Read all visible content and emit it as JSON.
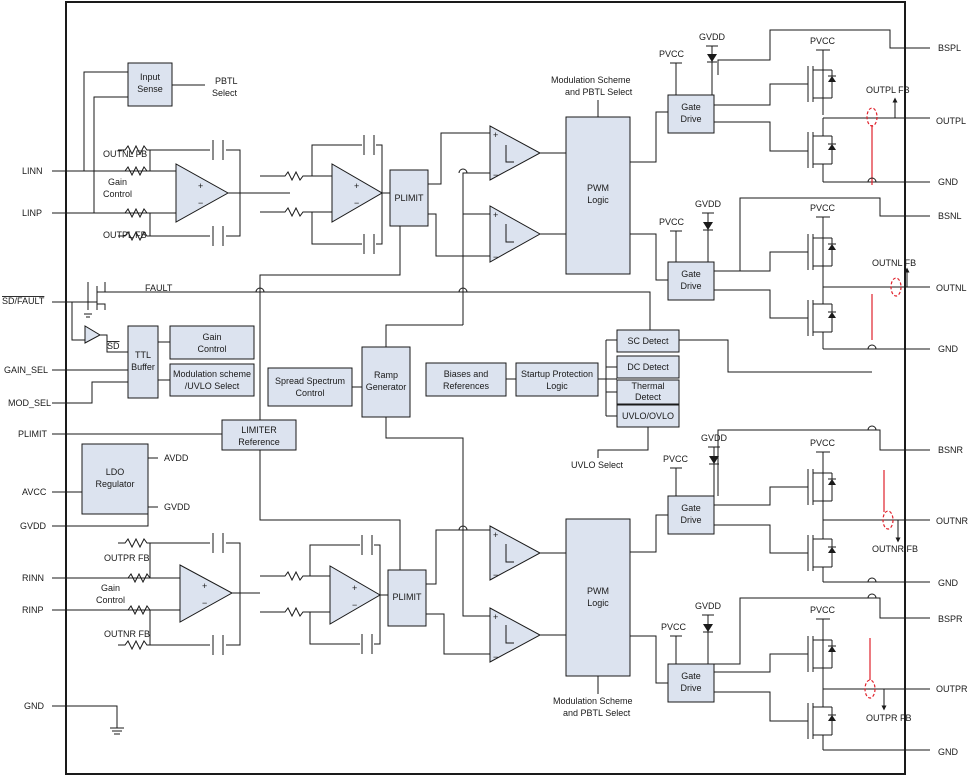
{
  "pins_left": {
    "linn": "LINN",
    "linp": "LINP",
    "sd_fault": "SD/FAULT",
    "gain_sel": "GAIN_SEL",
    "mod_sel": "MOD_SEL",
    "plimit": "PLIMIT",
    "avcc": "AVCC",
    "gvdd": "GVDD",
    "rinn": "RINN",
    "rinp": "RINP",
    "gnd": "GND"
  },
  "pins_right": {
    "bspl": "BSPL",
    "outpl": "OUTPL",
    "gnd1": "GND",
    "bsnl": "BSNL",
    "outnl": "OUTNL",
    "gnd2": "GND",
    "bsnr": "BSNR",
    "outnr": "OUTNR",
    "gnd3": "GND",
    "bspr": "BSPR",
    "outpr": "OUTPR",
    "gnd4": "GND"
  },
  "blocks": {
    "input_sense": [
      "Input",
      "Sense"
    ],
    "pbtl_select": [
      "PBTL",
      "Select"
    ],
    "plimit_top": "PLIMIT",
    "plimit_bot": "PLIMIT",
    "pwm_top": [
      "PWM",
      "Logic"
    ],
    "pwm_bot": [
      "PWM",
      "Logic"
    ],
    "mod_scheme_top": [
      "Modulation  Scheme",
      "and PBTL Select"
    ],
    "mod_scheme_bot": [
      "Modulation Scheme",
      "and PBTL Select"
    ],
    "gate_drive": [
      "Gate",
      "Drive"
    ],
    "ttl_buffer": [
      "TTL",
      "Buffer"
    ],
    "gain_control_box": [
      "Gain",
      "Control"
    ],
    "mod_uvlo_box": [
      "Modulation scheme",
      "/UVLO Select"
    ],
    "spread_spectrum": [
      "Spread Spectrum",
      "Control"
    ],
    "ramp_generator": [
      "Ramp",
      "Generator"
    ],
    "biases": [
      "Biases and",
      "References"
    ],
    "startup": [
      "Startup Protection",
      "Logic"
    ],
    "sc_detect": "SC Detect",
    "dc_detect": "DC Detect",
    "thermal_detect": [
      "Thermal",
      "Detect"
    ],
    "uvlo_ovlo": "UVLO/OVLO",
    "uvlo_select": "UVLO Select",
    "limiter_reference": [
      "LIMITER",
      "Reference"
    ],
    "ldo_regulator": [
      "LDO",
      "Regulator"
    ],
    "avdd": "AVDD",
    "gvdd_out": "GVDD"
  },
  "labels": {
    "fault": "FAULT",
    "sd": "SD",
    "outnl_fb_in": "OUTNL FB",
    "outpl_fb_in": "OUTPL FB",
    "outpr_fb_in": "OUTPR FB",
    "outnr_fb_in": "OUTNR FB",
    "gain_control": [
      "Gain",
      "Control"
    ],
    "pvcc": "PVCC",
    "gvdd": "GVDD",
    "outpl_fb": "OUTPL FB",
    "outnl_fb": "OUTNL FB",
    "outnr_fb": "OUTNR FB",
    "outpr_fb": "OUTPR FB",
    "plus": "+",
    "minus": "−"
  },
  "colors": {
    "block_fill": "#dce3ef",
    "line": "#1a1a1a",
    "feedback": "#e0202a"
  }
}
